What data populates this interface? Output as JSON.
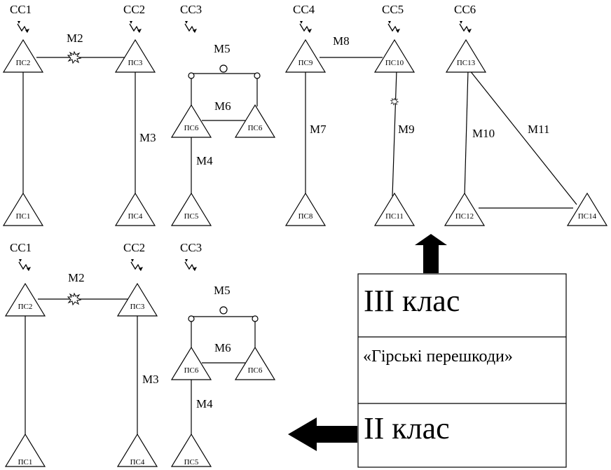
{
  "stations": {
    "top": [
      "СС1",
      "СС2",
      "СС3",
      "СС4",
      "СС5",
      "СС6"
    ],
    "bottom": [
      "СС1",
      "СС2",
      "СС3"
    ]
  },
  "nodes": {
    "ps1": "ПС1",
    "ps2": "ПС2",
    "ps3": "ПС3",
    "ps4": "ПС4",
    "ps5": "ПС5",
    "ps6": "ПС6",
    "ps8": "ПС8",
    "ps9": "ПС9",
    "ps10": "ПС10",
    "ps11": "ПС11",
    "ps12": "ПС12",
    "ps13": "ПС13",
    "ps14": "ПС14"
  },
  "links": {
    "m2": "М2",
    "m3": "М3",
    "m4": "М4",
    "m5": "М5",
    "m6": "М6",
    "m7": "М7",
    "m8": "М8",
    "m9": "М9",
    "m10": "М10",
    "m11": "М11"
  },
  "legend": {
    "class3": "III клас",
    "obstacle": "«Гірські перешкоди»",
    "class2": "II клас"
  }
}
